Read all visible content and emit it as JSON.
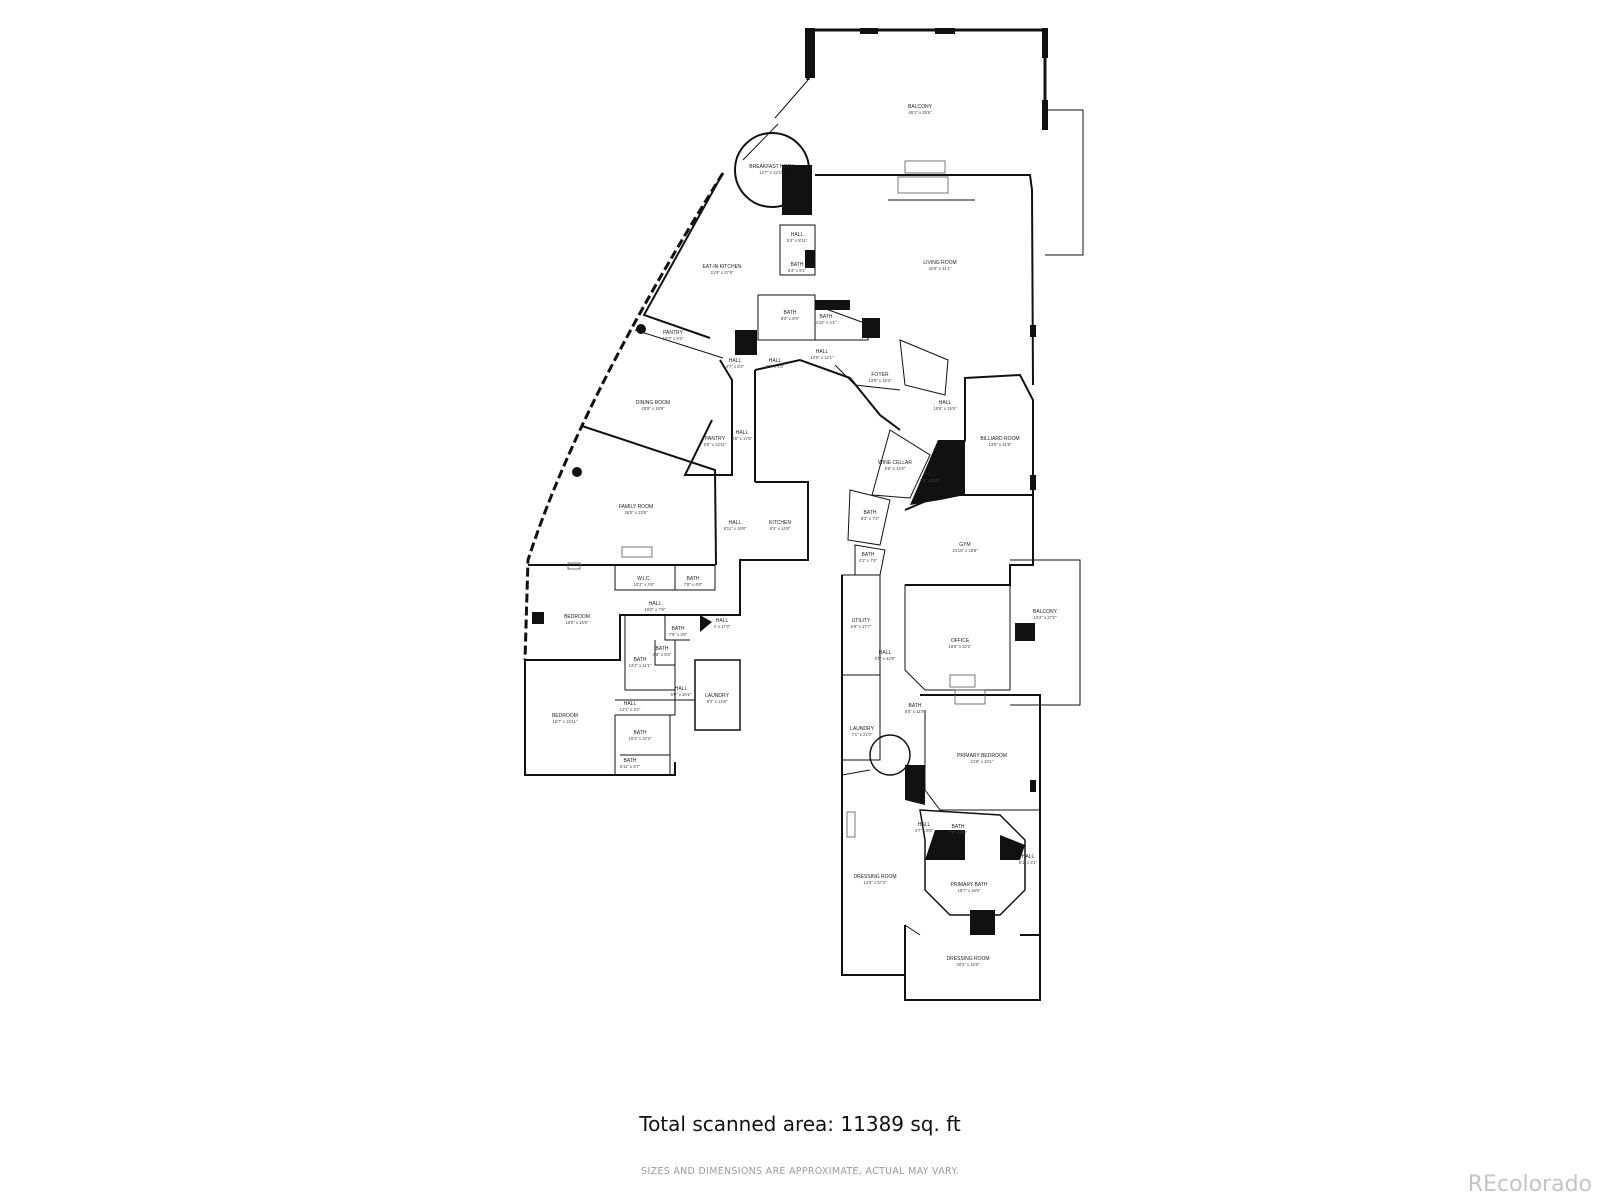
{
  "footer": {
    "total_area": "Total scanned area: 11389 sq. ft",
    "disclaimer": "SIZES AND DIMENSIONS ARE APPROXIMATE, ACTUAL MAY VARY.",
    "brand": "REcolorado"
  },
  "rooms": [
    {
      "id": "balcony-top",
      "name": "BALCONY",
      "dim": "60'1\" x 25'5\""
    },
    {
      "id": "breakfast-nook",
      "name": "BREAKFAST NOOK",
      "dim": "12'7\" x 12'10\""
    },
    {
      "id": "eat-in-kitchen",
      "name": "EAT-IN KITCHEN",
      "dim": "21'9\" x 27'8\""
    },
    {
      "id": "hall-a",
      "name": "HALL",
      "dim": "5'4\" x 8'11\""
    },
    {
      "id": "bath-a",
      "name": "BATH",
      "dim": "5'4\" x 8'1\""
    },
    {
      "id": "bath-b",
      "name": "BATH",
      "dim": "8'0\" x 8'9\""
    },
    {
      "id": "bath-c",
      "name": "BATH",
      "dim": "4'10\" x 4'1\""
    },
    {
      "id": "living-room",
      "name": "LIVING ROOM",
      "dim": "42'6\" x 41'1\""
    },
    {
      "id": "pantry-a",
      "name": "PANTRY",
      "dim": "16'7\" x 5'3\""
    },
    {
      "id": "hall-b",
      "name": "HALL",
      "dim": "4'7\" x 8'3\""
    },
    {
      "id": "hall-c",
      "name": "HALL",
      "dim": "8'9\" x 4'6\""
    },
    {
      "id": "hall-d",
      "name": "HALL",
      "dim": "12'5\" x 12'1\""
    },
    {
      "id": "foyer",
      "name": "FOYER",
      "dim": "12'8\" x 16'3\""
    },
    {
      "id": "hall-e",
      "name": "HALL",
      "dim": "10'8\" x 15'8\""
    },
    {
      "id": "dining-room",
      "name": "DINING ROOM",
      "dim": "20'8\" x 18'8\""
    },
    {
      "id": "hall-f",
      "name": "HALL",
      "dim": "4'5\" x 17'5\""
    },
    {
      "id": "pantry-b",
      "name": "PANTRY",
      "dim": "5'5\" x 13'11\""
    },
    {
      "id": "billiard-room",
      "name": "BILLIARD ROOM",
      "dim": "13'6\" x 21'8\""
    },
    {
      "id": "wine-cellar",
      "name": "WINE CELLAR",
      "dim": "8'8\" x 14'5\""
    },
    {
      "id": "hall-g",
      "name": "HALL",
      "dim": "7'5\" x 22'6\""
    },
    {
      "id": "family-room",
      "name": "FAMILY ROOM",
      "dim": "26'5\" x 23'6\""
    },
    {
      "id": "hall-h",
      "name": "HALL",
      "dim": "8'11\" x 19'8\""
    },
    {
      "id": "kitchen",
      "name": "KITCHEN",
      "dim": "8'4\" x 14'8\""
    },
    {
      "id": "bath-d",
      "name": "BATH",
      "dim": "8'3\" x 7'4\""
    },
    {
      "id": "gym",
      "name": "GYM",
      "dim": "24'10\" x 18'8\""
    },
    {
      "id": "bath-e",
      "name": "BATH",
      "dim": "4'1\" x 7'6\""
    },
    {
      "id": "wic",
      "name": "W.I.C.",
      "dim": "10'2\" x 4'8\""
    },
    {
      "id": "bath-f",
      "name": "BATH",
      "dim": "7'8\" x 4'8\""
    },
    {
      "id": "hall-i",
      "name": "HALL",
      "dim": "15'0\" x 7'8\""
    },
    {
      "id": "bedroom-a",
      "name": "BEDROOM",
      "dim": "16'8\" x 16'5\""
    },
    {
      "id": "bath-g",
      "name": "BATH",
      "dim": "7'9\" x 3'8\""
    },
    {
      "id": "hall-j",
      "name": "HALL",
      "dim": "4' x 17'2\""
    },
    {
      "id": "utility",
      "name": "UTILITY",
      "dim": "6'9\" x 17'7\""
    },
    {
      "id": "balcony-right",
      "name": "BALCONY",
      "dim": "13'2\" x 27'2\""
    },
    {
      "id": "office",
      "name": "OFFICE",
      "dim": "18'6\" x 20'2\""
    },
    {
      "id": "bath-h",
      "name": "BATH",
      "dim": "2'8\" x 5'5\""
    },
    {
      "id": "bath-i",
      "name": "BATH",
      "dim": "12'2\" x 11'1\""
    },
    {
      "id": "hall-k",
      "name": "HALL",
      "dim": "6'5\" x 42'9\""
    },
    {
      "id": "hall-l",
      "name": "HALL",
      "dim": "5'8\" x 16'1\""
    },
    {
      "id": "laundry-a",
      "name": "LAUNDRY",
      "dim": "8'3\" x 12'8\""
    },
    {
      "id": "hall-m",
      "name": "HALL",
      "dim": "12'1\" x 3'2\""
    },
    {
      "id": "bath-j",
      "name": "BATH",
      "dim": "5'8\" x 11'9\""
    },
    {
      "id": "bedroom-b",
      "name": "BEDROOM",
      "dim": "16'7\" x 16'11\""
    },
    {
      "id": "bath-k",
      "name": "BATH",
      "dim": "10'3\" x 10'3\""
    },
    {
      "id": "laundry-b",
      "name": "LAUNDRY",
      "dim": "7'1\" x 21'0\""
    },
    {
      "id": "bath-l",
      "name": "BATH",
      "dim": "6'11\" x 5'7\""
    },
    {
      "id": "primary-bedroom",
      "name": "PRIMARY BEDROOM",
      "dim": "21'8\" x 22'1\""
    },
    {
      "id": "hall-n",
      "name": "HALL",
      "dim": "4'7\" x 8'6\""
    },
    {
      "id": "bath-m",
      "name": "BATH",
      "dim": "7'0\" x 6'9\""
    },
    {
      "id": "hall-o",
      "name": "HALL",
      "dim": "5'1\" x 3'1\""
    },
    {
      "id": "dressing-room-a",
      "name": "DRESSING ROOM",
      "dim": "12'8\" x 57'3\""
    },
    {
      "id": "primary-bath",
      "name": "PRIMARY BATH",
      "dim": "18'7\" x 16'0\""
    },
    {
      "id": "dressing-room-b",
      "name": "DRESSING ROOM",
      "dim": "20'2\" x 16'6\""
    }
  ]
}
